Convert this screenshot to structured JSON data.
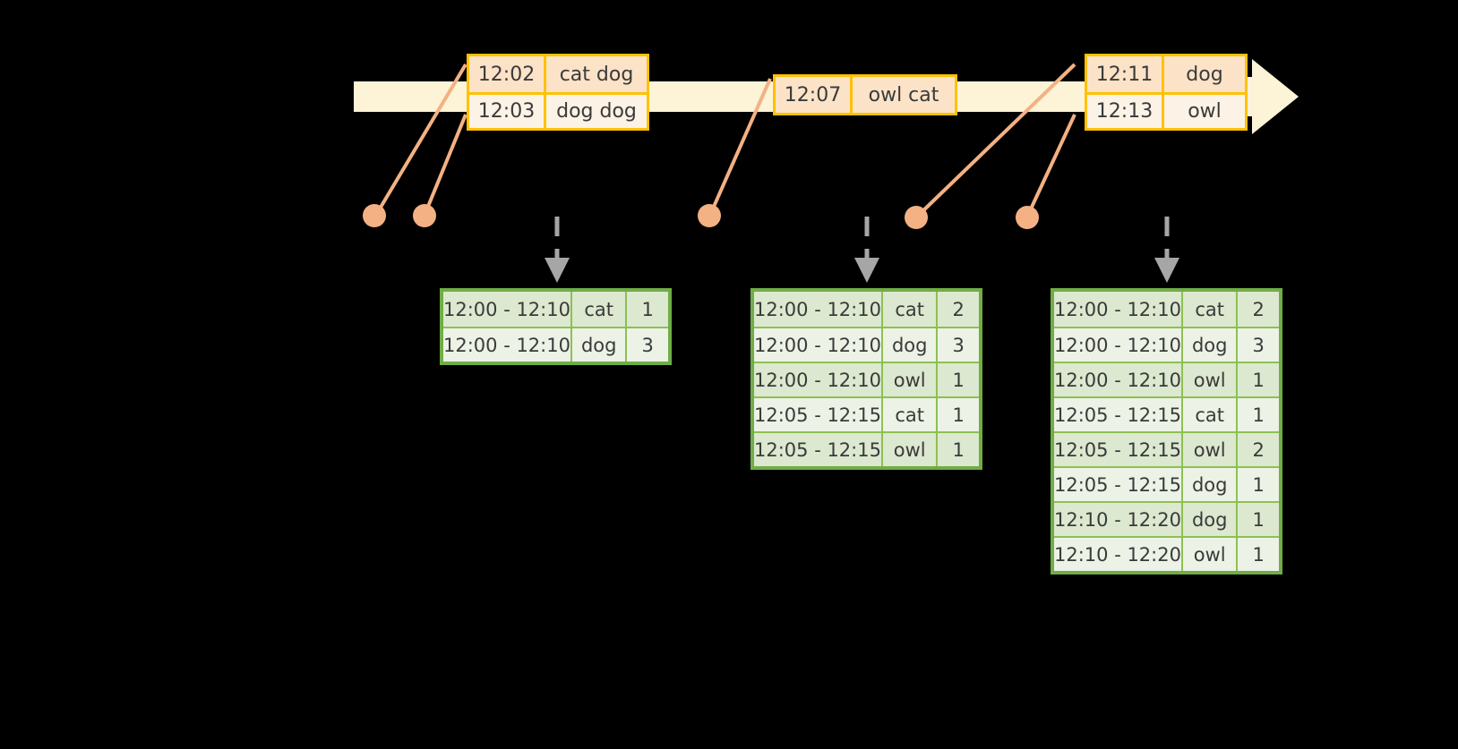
{
  "diagram": {
    "title": "windowed-word-count-timeline",
    "colors": {
      "background": "#000000",
      "timeline_fill": "#FDF3D7",
      "event_border": "#FFC107",
      "event_fill_shaded": "#FCE3C8",
      "event_fill_plain": "#FDF2E6",
      "leader": "#F4B183",
      "table_border": "#70AD47",
      "table_fill_shaded": "#DCE8CF",
      "table_fill_plain": "#ECF2E5",
      "dashed_arrow": "#A6A6A6"
    }
  },
  "timeline": {
    "arrow_icon": "right-arrow-icon",
    "events": [
      {
        "group_id": "group-1",
        "rows": [
          {
            "time": "12:02",
            "words": "cat dog"
          },
          {
            "time": "12:03",
            "words": "dog dog"
          }
        ]
      },
      {
        "group_id": "group-2",
        "rows": [
          {
            "time": "12:07",
            "words": "owl cat"
          }
        ]
      },
      {
        "group_id": "group-3",
        "rows": [
          {
            "time": "12:11",
            "words": "dog"
          },
          {
            "time": "12:13",
            "words": "owl"
          }
        ]
      }
    ]
  },
  "results": [
    {
      "table_id": "result-table-1",
      "rows": [
        {
          "window": "12:00 - 12:10",
          "key": "cat",
          "count": "1"
        },
        {
          "window": "12:00 - 12:10",
          "key": "dog",
          "count": "3"
        }
      ]
    },
    {
      "table_id": "result-table-2",
      "rows": [
        {
          "window": "12:00 - 12:10",
          "key": "cat",
          "count": "2"
        },
        {
          "window": "12:00 - 12:10",
          "key": "dog",
          "count": "3"
        },
        {
          "window": "12:00 - 12:10",
          "key": "owl",
          "count": "1"
        },
        {
          "window": "12:05 - 12:15",
          "key": "cat",
          "count": "1"
        },
        {
          "window": "12:05 - 12:15",
          "key": "owl",
          "count": "1"
        }
      ]
    },
    {
      "table_id": "result-table-3",
      "rows": [
        {
          "window": "12:00 - 12:10",
          "key": "cat",
          "count": "2"
        },
        {
          "window": "12:00 - 12:10",
          "key": "dog",
          "count": "3"
        },
        {
          "window": "12:00 - 12:10",
          "key": "owl",
          "count": "1"
        },
        {
          "window": "12:05 - 12:15",
          "key": "cat",
          "count": "1"
        },
        {
          "window": "12:05 - 12:15",
          "key": "owl",
          "count": "2"
        },
        {
          "window": "12:05 - 12:15",
          "key": "dog",
          "count": "1"
        },
        {
          "window": "12:10 - 12:20",
          "key": "dog",
          "count": "1"
        },
        {
          "window": "12:10 - 12:20",
          "key": "owl",
          "count": "1"
        }
      ]
    }
  ]
}
